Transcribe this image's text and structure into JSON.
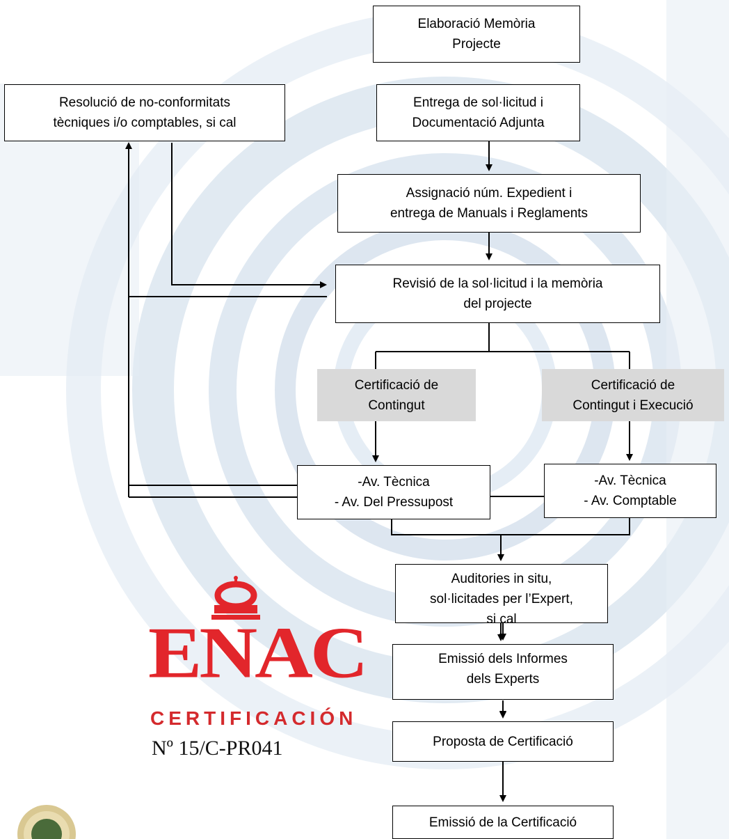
{
  "colors": {
    "box_border": "#000000",
    "header_grey": "#d9d9d9",
    "enac_red": "#e2262b",
    "background_swirl": "#b8cde0"
  },
  "diagram": {
    "boxes": {
      "memoria": "Elaboració Memòria\nProjecte",
      "entrega": "Entrega de sol·licitud i\nDocumentació Adjunta",
      "resolucio": "Resolució de no-conformitats\ntècniques i/o comptables, si cal",
      "assignacio": "Assignació núm. Expedient i\nentrega de Manuals i Reglaments",
      "revisio": "Revisió de la sol·licitud i la memòria\ndel projecte",
      "cert_contingut": "Certificació de\nContingut",
      "cert_contingut_execucio": "Certificació de\nContingut i Execució",
      "av_left": "-Av. Tècnica\n- Av. Del Pressupost",
      "av_right": "-Av. Tècnica\n- Av. Comptable",
      "auditories": "Auditories in situ,\nsol·licitades per l’Expert,\nsi cal",
      "emissio_informes": "Emissió dels Informes\ndels Experts",
      "proposta": "Proposta de Certificació",
      "emissio_cert": "Emissió de la Certificació"
    }
  },
  "logo": {
    "enac": "ENAC",
    "certificacion": "CERTIFICACIÓN",
    "number": "Nº 15/C-PR041"
  }
}
